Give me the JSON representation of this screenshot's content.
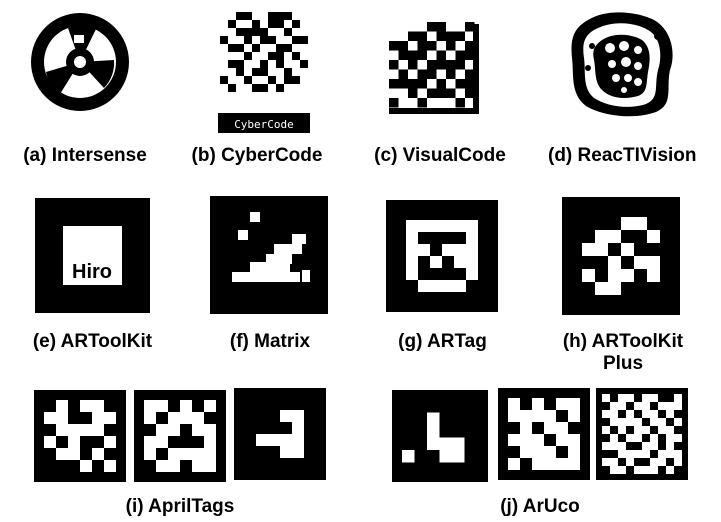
{
  "figure": {
    "panels": [
      {
        "id": "a",
        "caption": "(a) Intersense"
      },
      {
        "id": "b",
        "caption": "(b) CyberCode",
        "marker_text": "CyberCode"
      },
      {
        "id": "c",
        "caption": "(c) VisualCode"
      },
      {
        "id": "d",
        "caption": "(d) ReacTIVision"
      },
      {
        "id": "e",
        "caption": "(e) ARToolKit",
        "marker_text": "Hiro"
      },
      {
        "id": "f",
        "caption": "(f) Matrix"
      },
      {
        "id": "g",
        "caption": "(g) ARTag"
      },
      {
        "id": "h",
        "caption_line1": "(h) ARToolKit",
        "caption_line2": "Plus"
      },
      {
        "id": "i",
        "caption": "(i) AprilTags"
      },
      {
        "id": "j",
        "caption": "(j) ArUco"
      }
    ],
    "colors": {
      "ink": "#000000",
      "paper": "#ffffff",
      "banner_text": "#ffffff"
    }
  }
}
